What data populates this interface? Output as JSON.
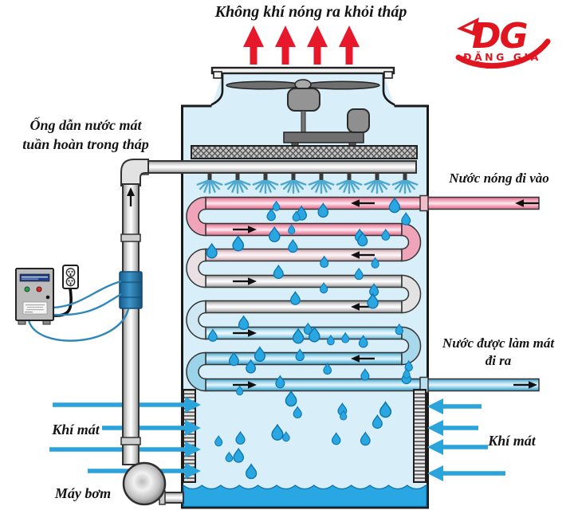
{
  "title": "Không khí nóng ra khỏi tháp",
  "logo": {
    "initials": "DG",
    "company": "ĐẶNG GIA"
  },
  "labels": {
    "circulation_pipe": [
      "Ống dẫn nước mát",
      "tuần hoàn trong tháp"
    ],
    "hot_water_inlet": "Nước nóng đi vào",
    "cooled_water_outlet": [
      "Nước được làm mát",
      "đi ra"
    ],
    "cool_air_left": "Khí mát",
    "cool_air_right": "Khí mát",
    "pump": "Máy bơm"
  },
  "colors": {
    "tower_fill": "#d8eef8",
    "hot_air_arrow": "#e8182c",
    "cool_air_arrow": "#2aa4da",
    "droplet_fill": "#2aa7e0",
    "droplet_stroke": "#0d76b2",
    "basin_water": "#29a7e2",
    "flow_arrow": "#111111",
    "logo_red": "#e0151f",
    "spray": "#4fa8ce"
  }
}
